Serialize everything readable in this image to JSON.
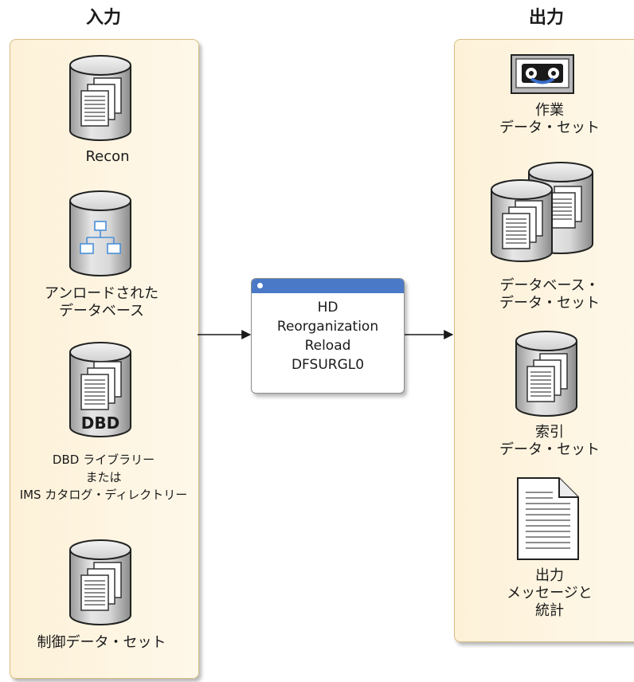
{
  "headings": {
    "input": "入力",
    "output": "出力"
  },
  "inputs": {
    "recon": "Recon",
    "unloaded_db": "アンロードされた\nデータベース",
    "dbd_cylinder_label": "DBD",
    "dbd_library": "DBD ライブラリー\nまたは\nIMS カタログ・ディレクトリー",
    "control_dataset": "制御データ・セット"
  },
  "process": {
    "line1": "HD",
    "line2": "Reorganization",
    "line3": "Reload",
    "line4": "DFSURGL0"
  },
  "outputs": {
    "work_dataset": "作業\nデータ・セット",
    "database_dataset": "データベース・\nデータ・セット",
    "index_dataset": "索引\nデータ・セット",
    "messages_stats": "出力\nメッセージと\n統計"
  },
  "colors": {
    "panel_fill": "#fdf1d8",
    "panel_border": "#d9bd82",
    "title_bar": "#4a79c7",
    "tree_icon": "#4a90d9"
  }
}
